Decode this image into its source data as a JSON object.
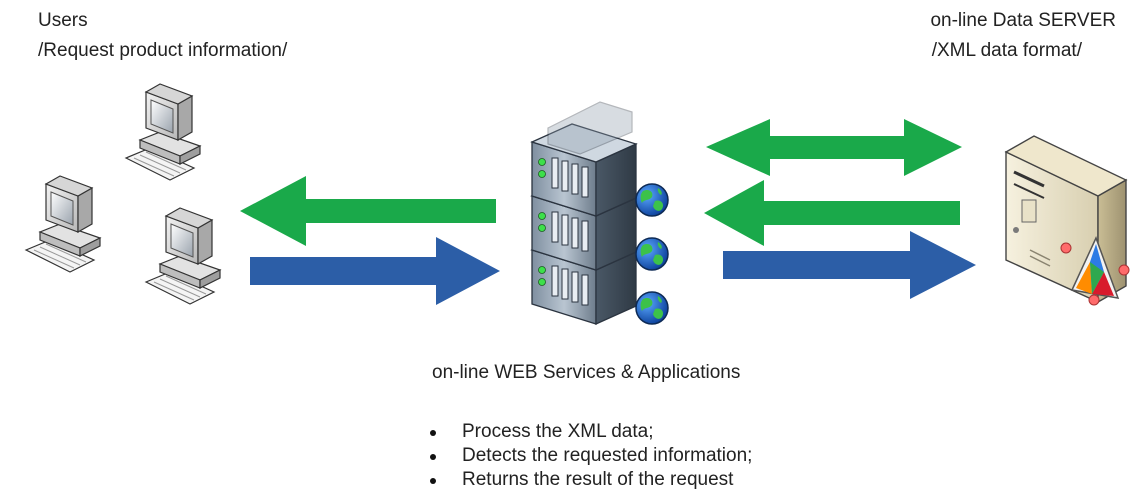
{
  "labels": {
    "users_title": "Users",
    "users_subtitle": "/Request product information/",
    "server_title": "on-line Data SERVER",
    "server_subtitle": "/XML data format/",
    "web_caption": "on-line WEB Services & Applications"
  },
  "steps": [
    "Process the XML data;",
    "Detects the requested information;",
    "Returns the result of the request"
  ],
  "colors": {
    "arrow_green": "#1aa94a",
    "arrow_blue": "#2c5ea7"
  },
  "icons": {
    "users": "desktop-computer-icon",
    "web_server": "rack-server-globe-icon",
    "data_server": "tower-server-icon"
  }
}
